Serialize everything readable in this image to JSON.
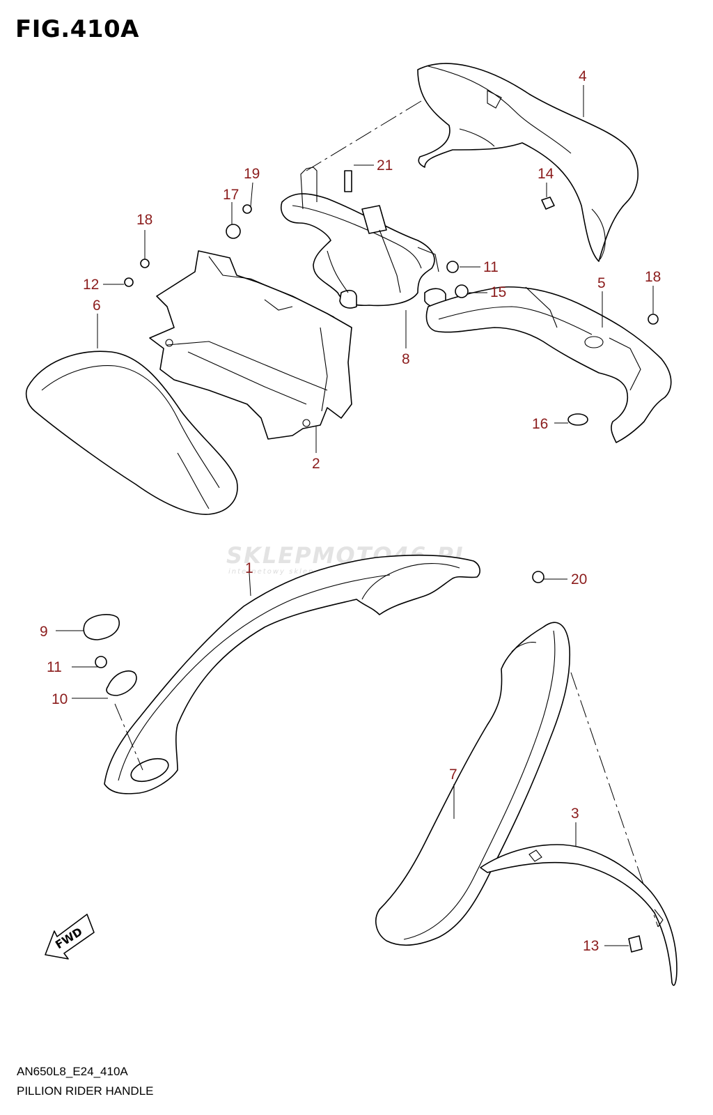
{
  "figure": {
    "title": "FIG.410A",
    "model_code": "AN650L8_E24_410A",
    "name": "PILLION RIDER HANDLE"
  },
  "watermark": {
    "logo_text": "SKLEPMOTO46.PL",
    "tagline": "internetowy sklep motocyklowy"
  },
  "fwd_badge": "FWD",
  "callouts": [
    "1",
    "2",
    "3",
    "4",
    "5",
    "6",
    "7",
    "8",
    "9",
    "10",
    "11",
    "11",
    "12",
    "13",
    "14",
    "15",
    "16",
    "17",
    "18",
    "18",
    "19",
    "20",
    "21"
  ],
  "colors": {
    "callout": "#8b1c1c",
    "line": "#000000"
  }
}
